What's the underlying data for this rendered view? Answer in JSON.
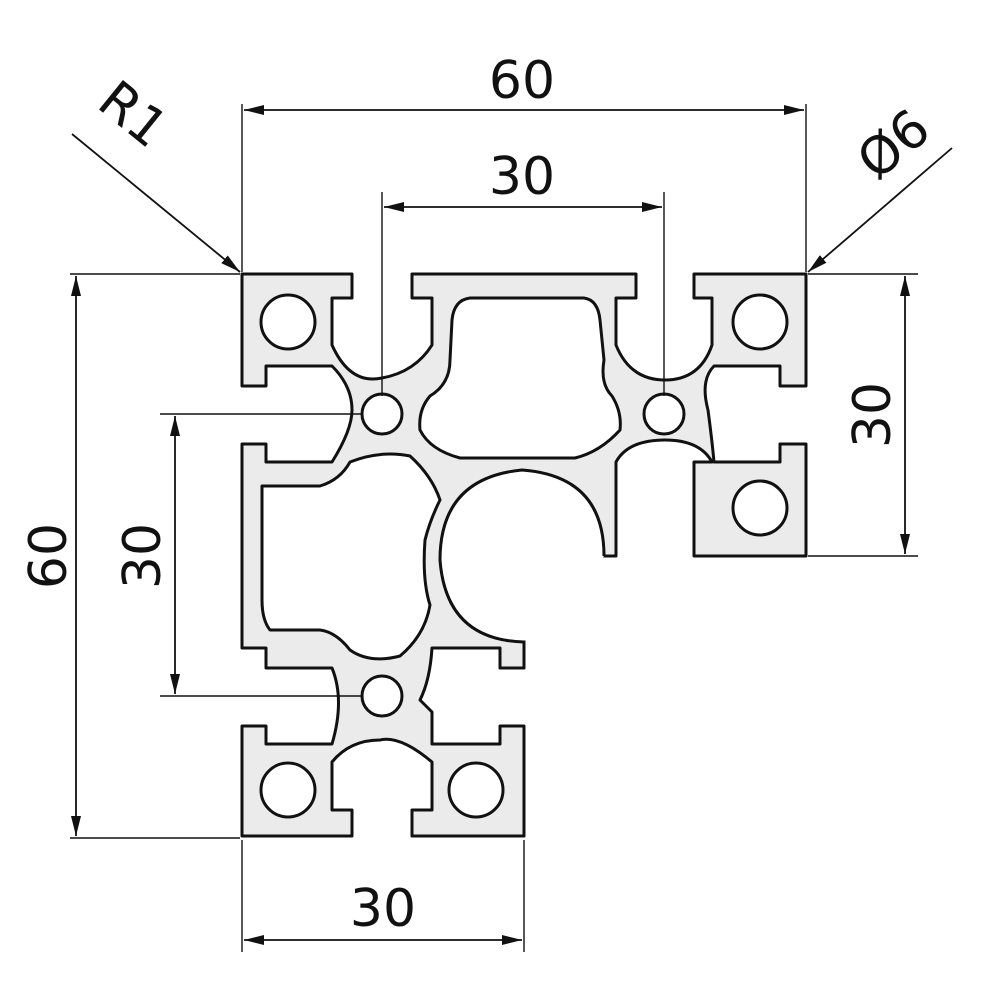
{
  "dimensions": {
    "overall_width": "60",
    "top_center_spacing": "30",
    "overall_height": "60",
    "left_center_spacing": "30",
    "right_leg_height": "30",
    "bottom_leg_width": "30",
    "corner_radius": "R1",
    "hole_diameter": "Ø6"
  }
}
